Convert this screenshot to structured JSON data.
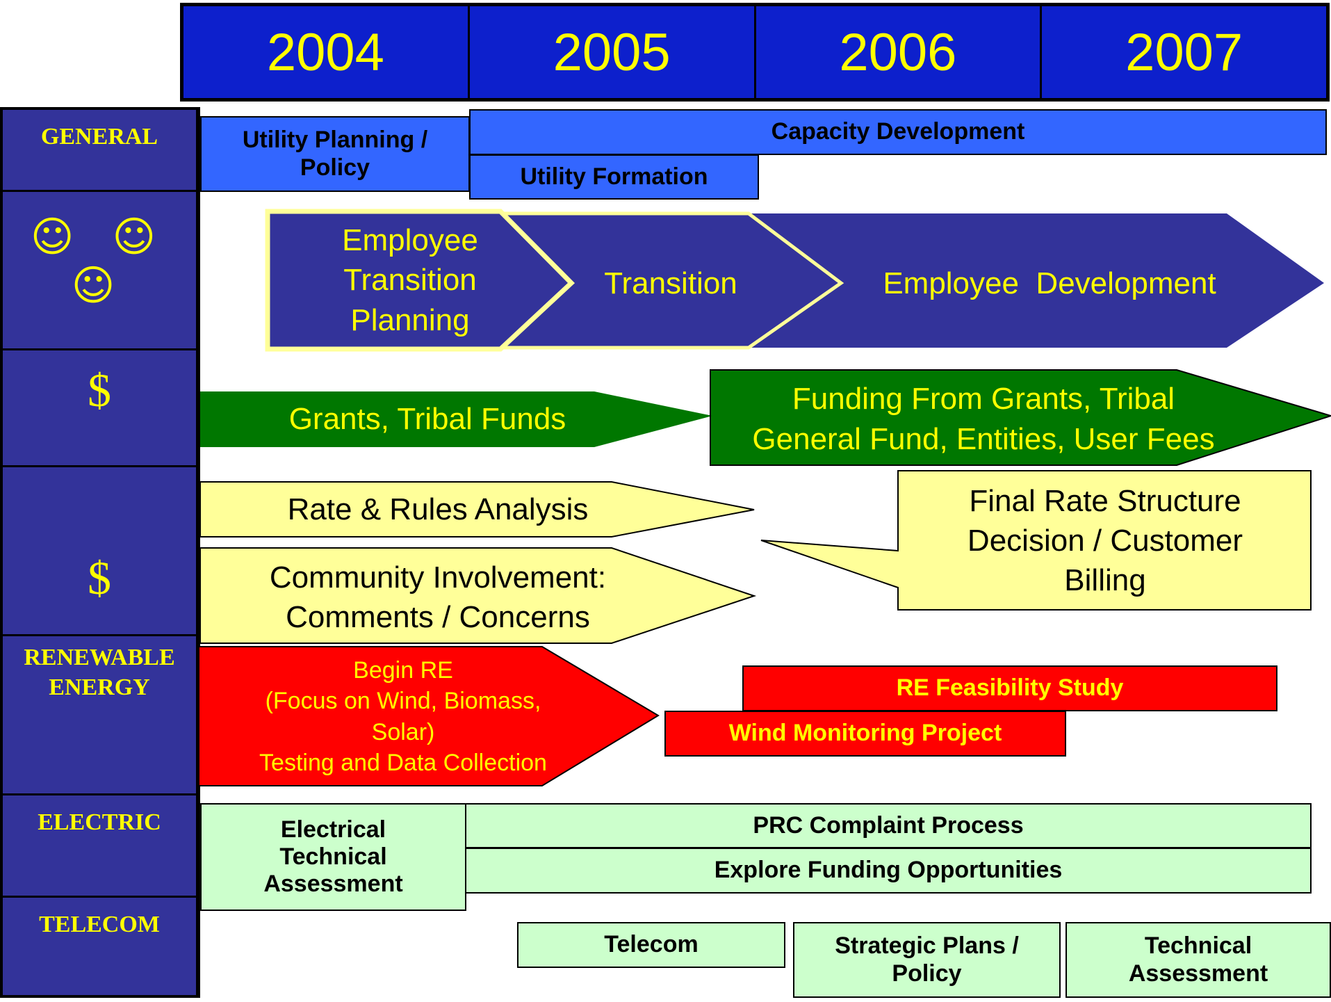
{
  "years": [
    "2004",
    "2005",
    "2006",
    "2007"
  ],
  "sidebar": {
    "general": "GENERAL",
    "people_symbol": "☺ ☺ ☺",
    "dollar_1": "$",
    "dollar_2": "$",
    "renewable_line1": "RENEWABLE",
    "renewable_line2": "ENERGY",
    "electric": "ELECTRIC",
    "telecom": "TELECOM"
  },
  "general": {
    "utility_planning_line1": "Utility Planning /",
    "utility_planning_line2": "Policy",
    "capacity_development": "Capacity Development",
    "utility_formation": "Utility Formation"
  },
  "employee": {
    "planning_line1": "Employee",
    "planning_line2": "Transition",
    "planning_line3": "Planning",
    "transition": "Transition",
    "development": "Employee  Development"
  },
  "funding": {
    "grants": "Grants, Tribal Funds",
    "funding_line1": "Funding From Grants, Tribal",
    "funding_line2": "General Fund, Entities, User Fees"
  },
  "rates": {
    "rate_rules": "Rate & Rules Analysis",
    "community_line1": "Community Involvement:",
    "community_line2": "Comments / Concerns",
    "final_line1": "Final Rate Structure",
    "final_line2": "Decision / Customer",
    "final_line3": "Billing"
  },
  "renewable": {
    "begin_line1": "Begin RE",
    "begin_line2": "(Focus on Wind, Biomass,",
    "begin_line3": "Solar)",
    "begin_line4": "Testing and Data Collection",
    "feasibility": "RE Feasibility Study",
    "wind": "Wind Monitoring Project"
  },
  "electric": {
    "assessment_line1": "Electrical",
    "assessment_line2": "Technical",
    "assessment_line3": "Assessment",
    "prc": "PRC Complaint Process",
    "explore": "Explore Funding Opportunities"
  },
  "telecom": {
    "telecom": "Telecom",
    "strategic_line1": "Strategic Plans /",
    "strategic_line2": "Policy",
    "technical_line1": "Technical",
    "technical_line2": "Assessment"
  },
  "colors": {
    "sidebar_bg": "#33339a",
    "year_bg": "#0d20cc",
    "label_yellow": "#ffff00",
    "blue": "#3366ff",
    "green_dark": "#007700",
    "green_light": "#ccffcc",
    "red": "#ff0000",
    "yellow_light": "#ffff99"
  }
}
